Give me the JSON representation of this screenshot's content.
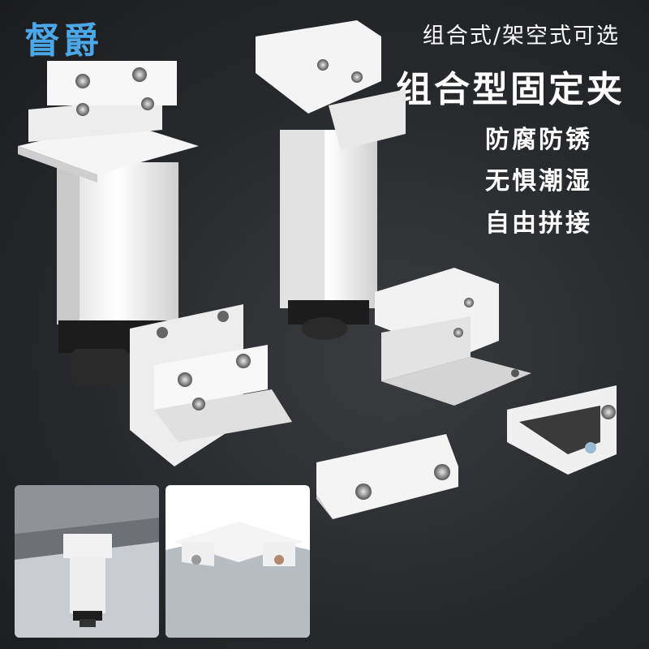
{
  "brand": "督爵",
  "subtitle": "组合式/架空式可选",
  "headline": "组合型固定夹",
  "features": [
    "防腐防锈",
    "无惧潮湿",
    "自由拼接"
  ],
  "colors": {
    "brand": "#4aa8e8",
    "background": "#2a2c2f",
    "metal": "#f2f2f2"
  }
}
